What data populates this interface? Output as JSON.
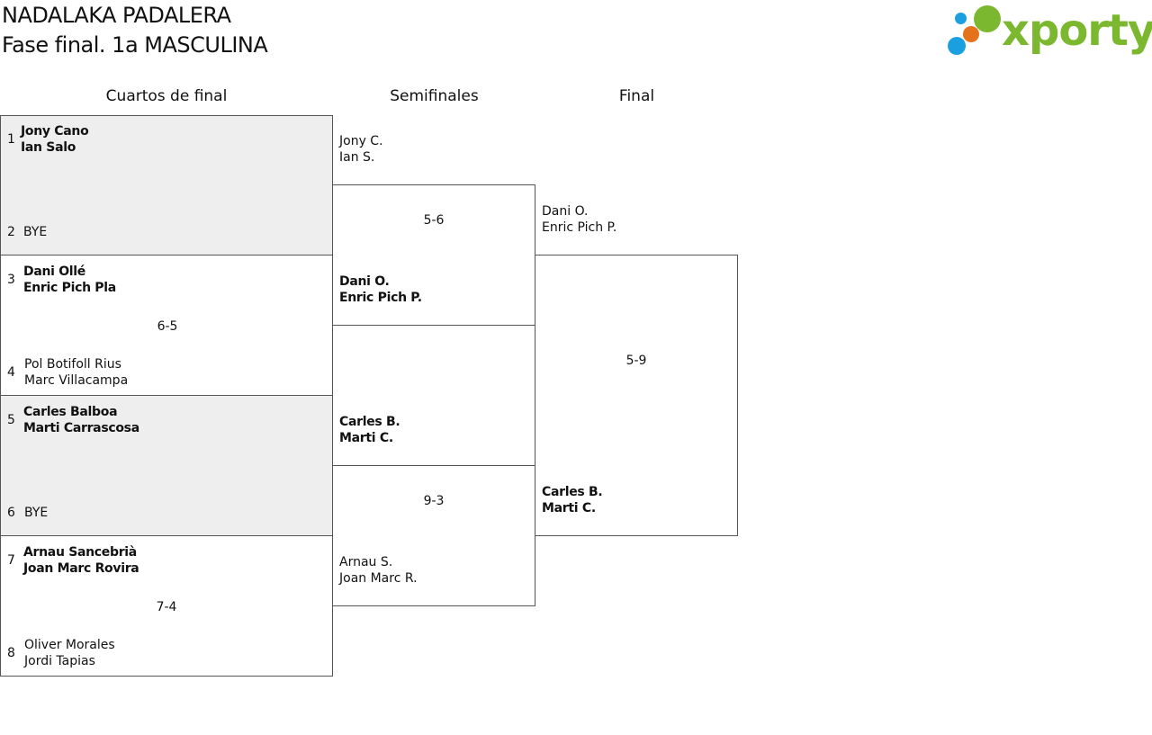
{
  "header": {
    "title": "NADALAKA PADALERA",
    "subtitle": "Fase final. 1a MASCULINA",
    "logo_text": "xporty",
    "logo_colors": [
      "#1aa0e0",
      "#e4731c",
      "#7cb82f"
    ]
  },
  "rounds": [
    "Cuartos de final",
    "Semifinales",
    "Final"
  ],
  "quarterfinals": [
    {
      "top": {
        "seed": "1",
        "p1": "Jony Cano",
        "p2": "Ian Salo"
      },
      "bottom": {
        "seed": "2",
        "p1": "BYE",
        "p2": ""
      },
      "score": "",
      "bye": true
    },
    {
      "top": {
        "seed": "3",
        "p1": "Dani Ollé",
        "p2": "Enric Pich Pla"
      },
      "bottom": {
        "seed": "4",
        "p1": "Pol Botifoll Rius",
        "p2": "Marc Villacampa"
      },
      "score": "6-5",
      "bye": false
    },
    {
      "top": {
        "seed": "5",
        "p1": "Carles Balboa",
        "p2": "Marti Carrascosa"
      },
      "bottom": {
        "seed": "6",
        "p1": "BYE",
        "p2": ""
      },
      "score": "",
      "bye": true
    },
    {
      "top": {
        "seed": "7",
        "p1": "Arnau Sancebrià",
        "p2": "Joan Marc Rovira"
      },
      "bottom": {
        "seed": "8",
        "p1": "Oliver Morales",
        "p2": "Jordi Tapias"
      },
      "score": "7-4",
      "bye": false
    }
  ],
  "semifinals": [
    {
      "top": {
        "p1": "Jony C.",
        "p2": "Ian S."
      },
      "bottom": {
        "p1": "Dani O.",
        "p2": "Enric Pich P."
      },
      "score": "5-6"
    },
    {
      "top": {
        "p1": "Carles B.",
        "p2": "Marti C."
      },
      "bottom": {
        "p1": "Arnau S.",
        "p2": "Joan Marc R."
      },
      "score": "9-3"
    }
  ],
  "final": {
    "top": {
      "p1": "Dani O.",
      "p2": "Enric Pich P."
    },
    "bottom": {
      "p1": "Carles B.",
      "p2": "Marti C."
    },
    "score": "5-9"
  }
}
